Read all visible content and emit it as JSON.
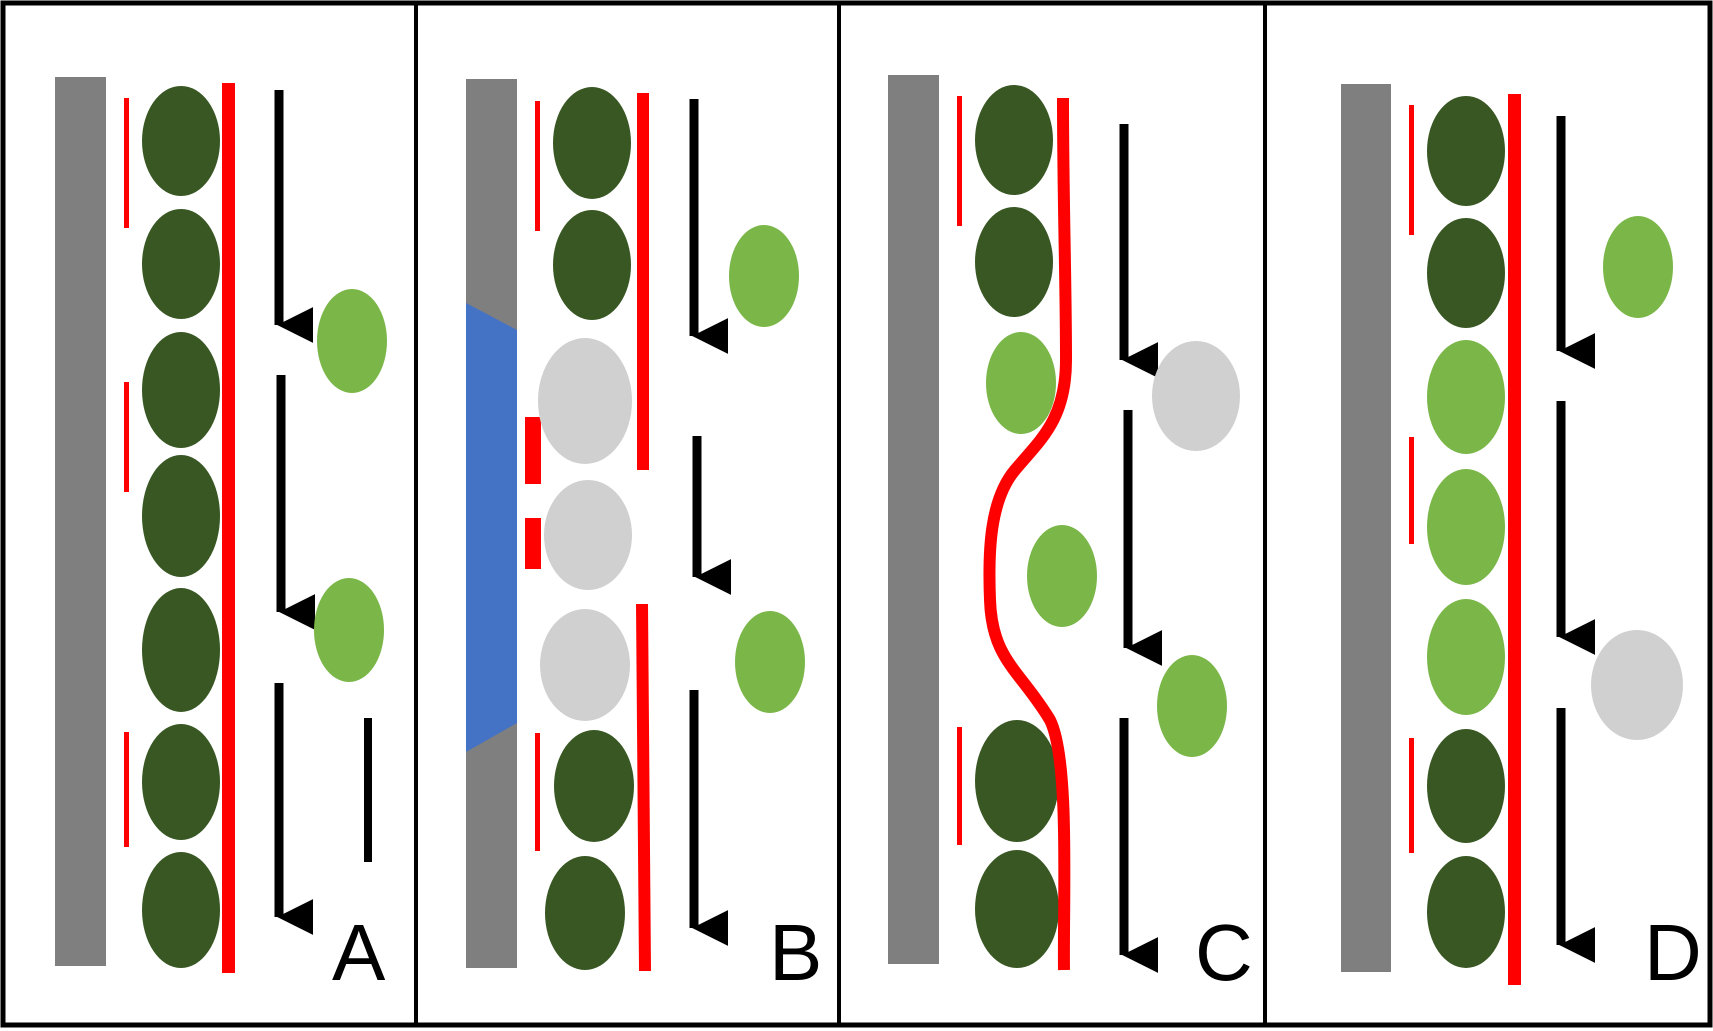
{
  "colors": {
    "background": "#ffffff",
    "border": "#000000",
    "wall": "#7f7f7f",
    "damaged_region": "#4472c4",
    "cell_attached": "#385723",
    "cell_detached": "#7ab648",
    "cell_dead": "#d0d0d0",
    "membrane": "#ff0000",
    "flow_arrow": "#000000"
  },
  "panels": [
    {
      "label": "A"
    },
    {
      "label": "B"
    },
    {
      "label": "C"
    },
    {
      "label": "D"
    }
  ]
}
